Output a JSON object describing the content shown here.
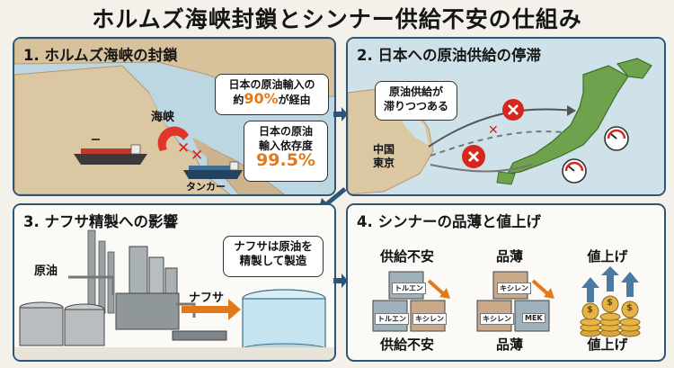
{
  "title": "ホルムズ海峡封鎖とシンナー供給不安の仕組み",
  "colors": {
    "border": "#2c5677",
    "accent_orange": "#e27a1d",
    "danger_red": "#d7261e",
    "sea": "#bcd6e2",
    "land": "#dcc7a3",
    "japan_green": "#6fa24d"
  },
  "panels": {
    "p1": {
      "title": "1. ホルムズ海峡の封鎖",
      "strait_label": "海峡",
      "ship_label": "タンカー",
      "ship_left_label": "ー",
      "callout_top": {
        "line1": "日本の原油輸入の",
        "line2_pre": "約",
        "line2_pct": "90%",
        "line2_post": "が経由"
      },
      "callout_bottom": {
        "line1": "日本の原油",
        "line2": "輸入依存度",
        "pct": "99.5%"
      }
    },
    "p2": {
      "title": "2. 日本への原油供給の停滞",
      "callout": {
        "line1": "原油供給が",
        "line2": "滞りつつある"
      },
      "origin_line1": "中国",
      "origin_line2": "東京"
    },
    "p3": {
      "title": "3. ナフサ精製への影響",
      "crude_label": "原油",
      "naphtha_label": "ナフサ",
      "callout": {
        "line1": "ナフサは原油を",
        "line2": "精製して製造"
      }
    },
    "p4": {
      "title": "4. シンナーの品薄と値上げ",
      "stages": [
        {
          "top": "供給不安",
          "bottom": "供給不安"
        },
        {
          "top": "品薄",
          "bottom": "品薄"
        },
        {
          "top": "値上げ",
          "bottom": "値上げ"
        }
      ],
      "cans": {
        "c1": "トルエン",
        "c2": "トルエン",
        "c3": "キシレン",
        "c4": "キシレン",
        "c5": "キシレン",
        "c6": "MEK"
      },
      "coin_symbol": "$"
    }
  }
}
